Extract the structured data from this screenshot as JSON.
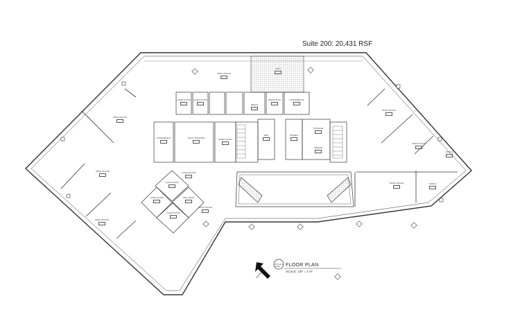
{
  "header": {
    "suite_title": "Suite 200: 20,431 RSF"
  },
  "legend": {
    "title": "FLOOR PLAN",
    "scale": "SCALE: 1/8\" = 1'-0\"",
    "north_label": "NORTH",
    "sheet_ref": "A-201"
  },
  "rooms": [
    {
      "id": "open-office-nw",
      "label": "OPEN OFFICE"
    },
    {
      "id": "open-office-w",
      "label": "OPEN OFFICE"
    },
    {
      "id": "open-office-sw",
      "label": "OPEN OFFICE"
    },
    {
      "id": "open-office-n",
      "label": "OPEN OFFICE"
    },
    {
      "id": "open-office-ne",
      "label": "OPEN OFFICE"
    },
    {
      "id": "open-office-e",
      "label": "OPEN OFFICE"
    },
    {
      "id": "open-office-se",
      "label": "OPEN OFFICE"
    },
    {
      "id": "open-office-s",
      "label": "OPEN OFFICE"
    },
    {
      "id": "conference-w",
      "label": "CONFERENCE"
    },
    {
      "id": "conference-n",
      "label": "CONFERENCE"
    },
    {
      "id": "multi-purpose",
      "label": "MULTI PURPOSE"
    },
    {
      "id": "lunch-room",
      "label": "LUNCH ROOM"
    },
    {
      "id": "quiet-1",
      "label": "QUIET ROOM"
    },
    {
      "id": "quiet-2",
      "label": "QUIET ROOM"
    },
    {
      "id": "quiet-3",
      "label": "QUIET ROOM"
    },
    {
      "id": "quiet-4",
      "label": "QUIET ROOM"
    },
    {
      "id": "quiet-5",
      "label": "QUIET ROOM"
    },
    {
      "id": "work-room",
      "label": "WORK ROOM"
    },
    {
      "id": "wellness",
      "label": "WELLNESS"
    },
    {
      "id": "reception",
      "label": "RECEPTION"
    },
    {
      "id": "break",
      "label": "BREAK"
    },
    {
      "id": "women",
      "label": "WOMEN"
    },
    {
      "id": "men",
      "label": "MEN"
    },
    {
      "id": "storage",
      "label": "STORAGE"
    },
    {
      "id": "server",
      "label": "SERVER"
    },
    {
      "id": "copy",
      "label": "COPY"
    },
    {
      "id": "office-e",
      "label": "OFFICE"
    },
    {
      "id": "office-se",
      "label": "OFFICE"
    }
  ]
}
